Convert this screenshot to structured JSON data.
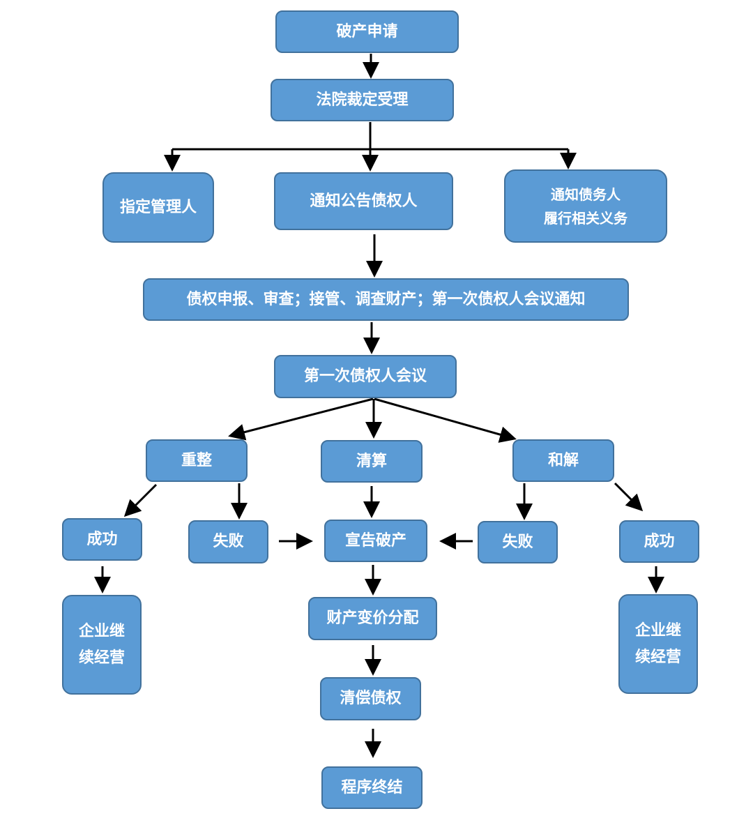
{
  "colors": {
    "box_fill": "#5b9bd5",
    "box_border": "#41719c",
    "text": "#ffffff",
    "arrow": "#000000"
  },
  "nodes": {
    "apply": "破产申请",
    "accept": "法院裁定受理",
    "administrator": "指定管理人",
    "notify_creditors": "通知公告债权人",
    "notify_debtor": [
      "通知债务人",
      "履行相关义务"
    ],
    "claims": "债权申报、审查；接管、调查财产；第一次债权人会议通知",
    "first_meeting": "第一次债权人会议",
    "reorg": "重整",
    "liquidation": "清算",
    "settlement": "和解",
    "reorg_success": "成功",
    "reorg_fail": "失败",
    "declare": "宣告破产",
    "settle_fail": "失败",
    "settle_success": "成功",
    "continue_left": [
      "企业继",
      "续经营"
    ],
    "continue_right": [
      "企业继",
      "续经营"
    ],
    "distribute": "财产变价分配",
    "repay": "清偿债权",
    "end": "程序终结"
  }
}
